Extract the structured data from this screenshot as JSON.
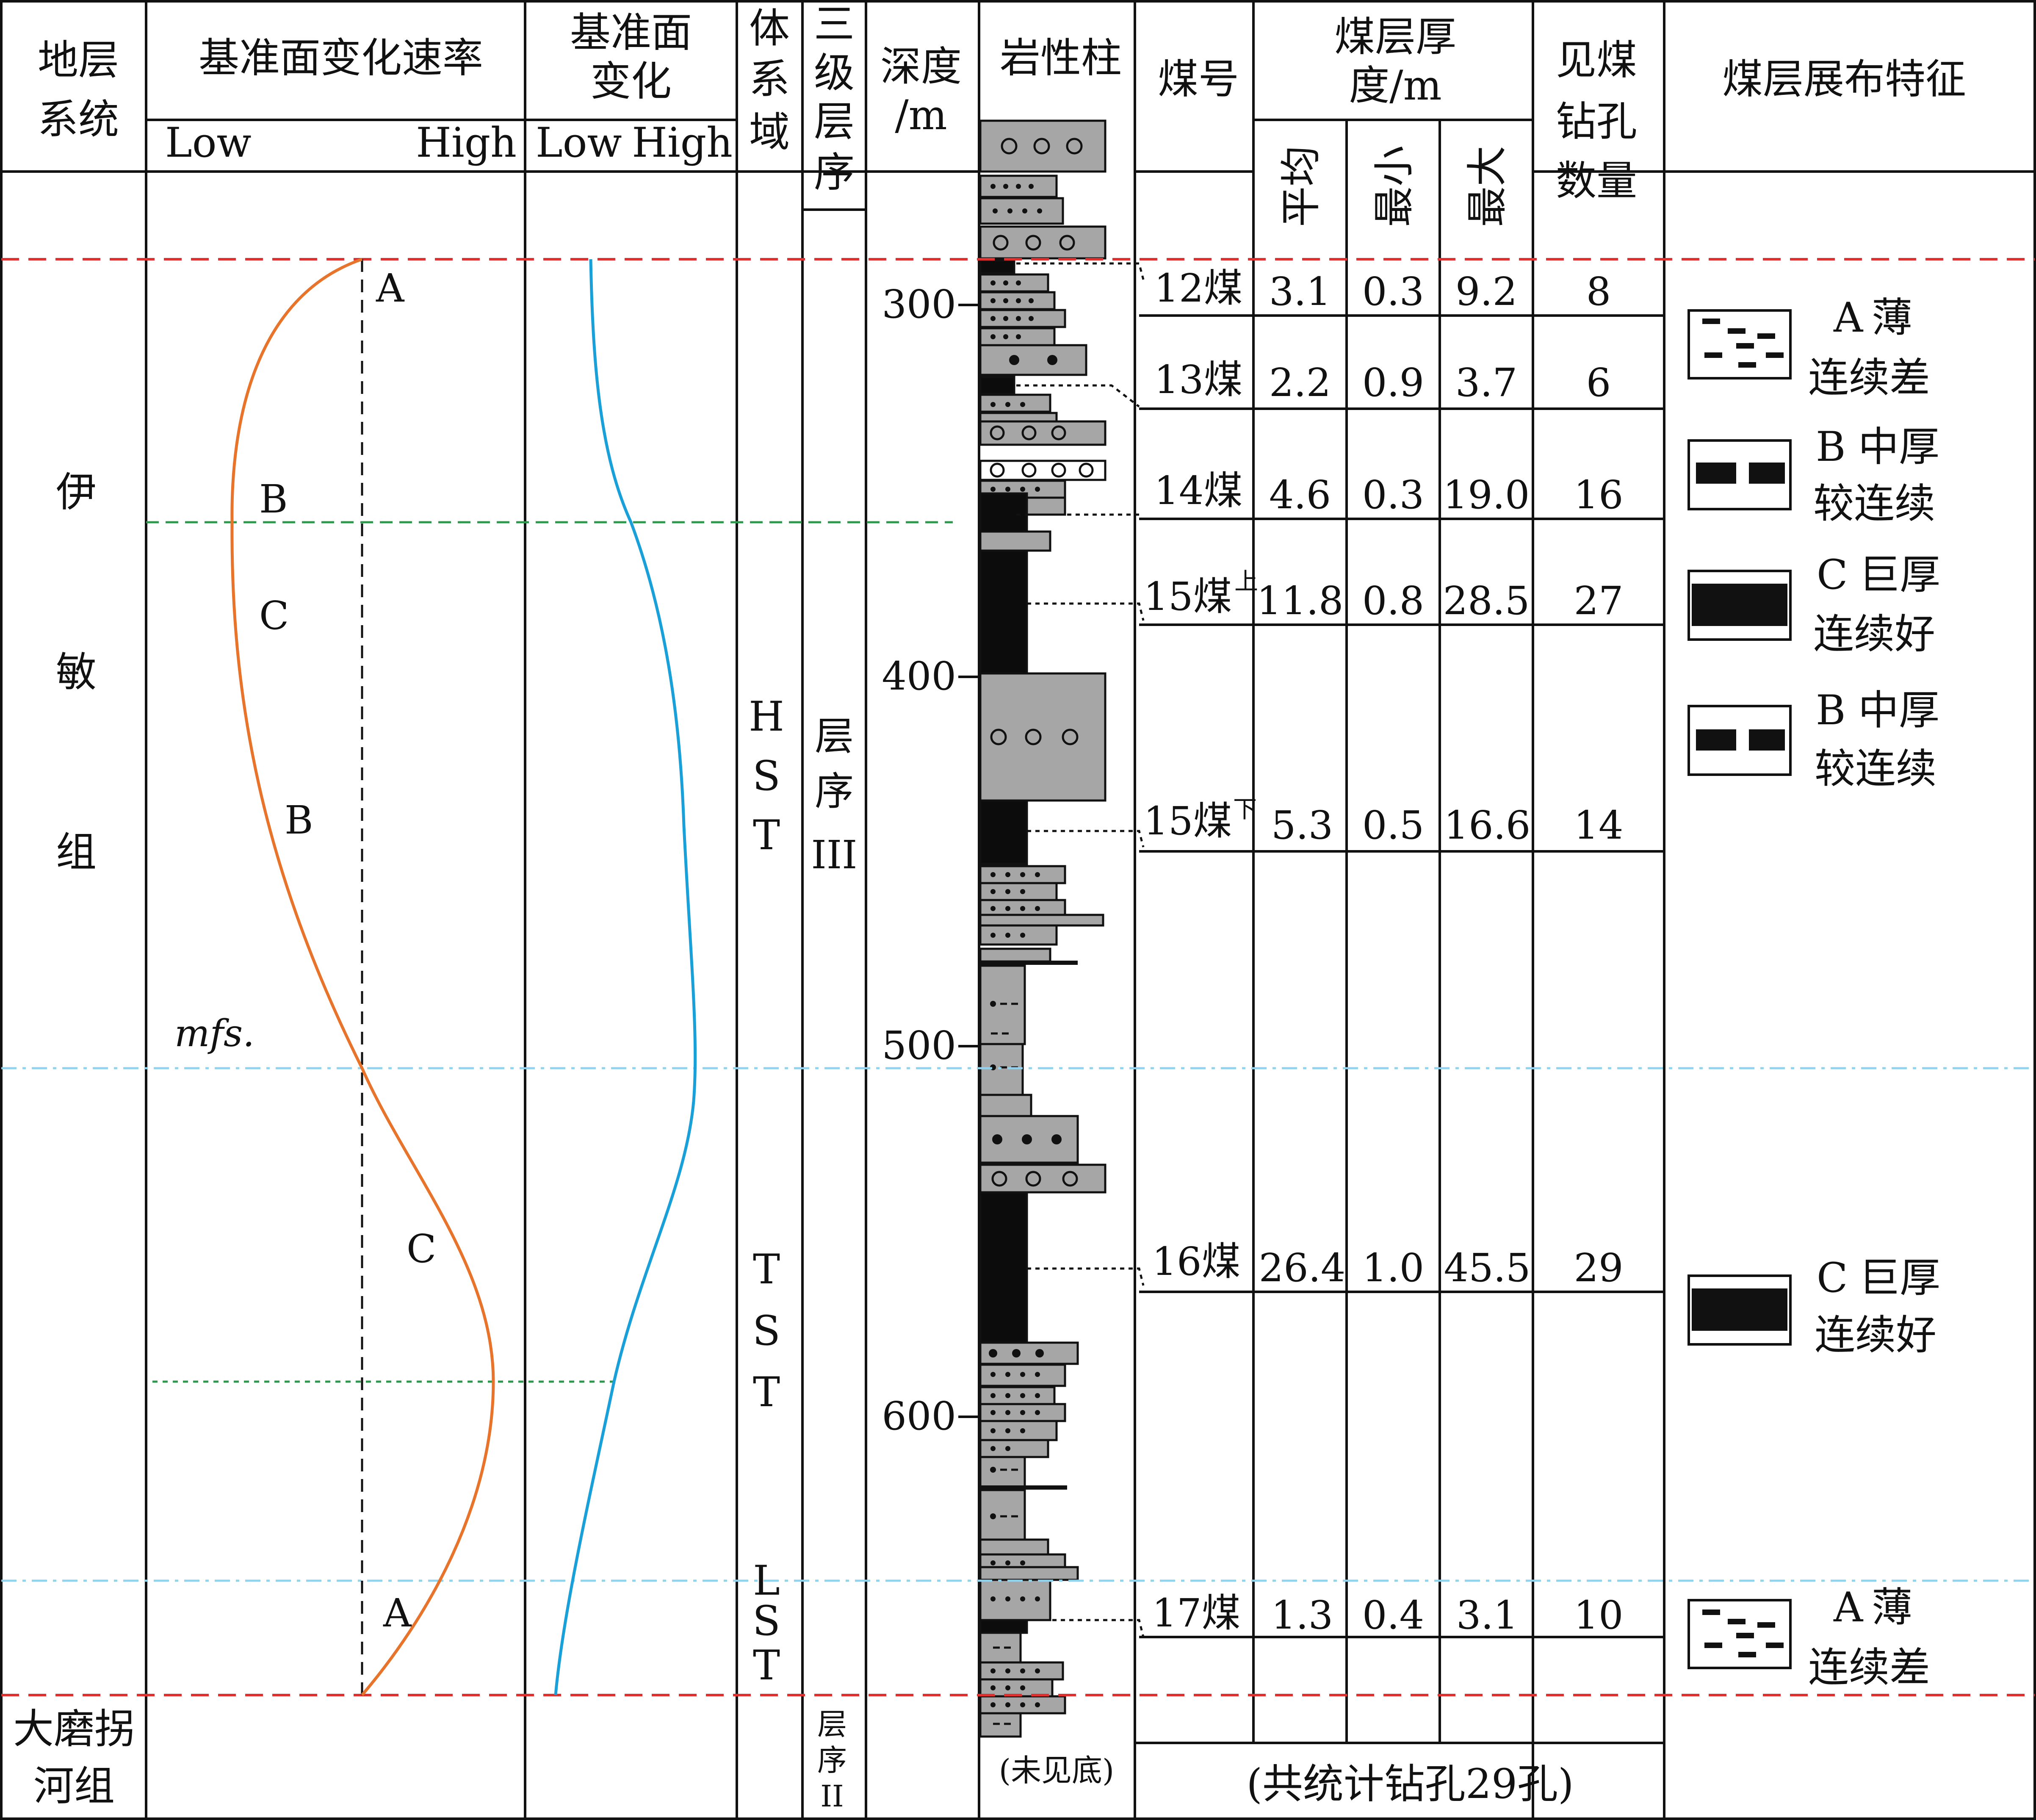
{
  "headers": {
    "strat_system": [
      "地层",
      "系统"
    ],
    "rate_title": "基准面变化速率",
    "rate_low": "Low",
    "rate_high": "High",
    "base_title": [
      "基准面",
      "变化"
    ],
    "base_low": "Low",
    "base_high": "High",
    "systems_tract": [
      "体",
      "系",
      "域"
    ],
    "third_order": [
      "三",
      "级",
      "层",
      "序"
    ],
    "depth": [
      "深度",
      "/m"
    ],
    "lithology": "岩性柱",
    "coal_no": "煤号",
    "thickness": [
      "煤层厚",
      "度/m"
    ],
    "avg": "平均",
    "min": "最小",
    "max": "最大",
    "boreholes": [
      "见煤",
      "钻孔",
      "数量"
    ],
    "distribution": "煤层展布特征"
  },
  "formations": {
    "yimin": [
      "伊",
      "敏",
      "组"
    ],
    "damoguai": [
      "大磨拐",
      "河组"
    ]
  },
  "tracts": {
    "hst": [
      "H",
      "S",
      "T"
    ],
    "tst": [
      "T",
      "S",
      "T"
    ],
    "lst": [
      "L",
      "S",
      "T"
    ]
  },
  "sequences": {
    "seq3": [
      "层",
      "序",
      "III"
    ],
    "seq2": [
      "层",
      "序",
      "II"
    ]
  },
  "depth_ticks": [
    "300",
    "400",
    "500",
    "600"
  ],
  "curve_labels": {
    "A1": "A",
    "B1": "B",
    "C1": "C",
    "B2": "B",
    "mfs": "mfs.",
    "C2": "C",
    "A2": "A"
  },
  "coal_rows": [
    {
      "name": "12煤",
      "avg": "3.1",
      "min": "0.3",
      "max": "9.2",
      "count": "8"
    },
    {
      "name": "13煤",
      "avg": "2.2",
      "min": "0.9",
      "max": "3.7",
      "count": "6"
    },
    {
      "name": "14煤",
      "avg": "4.6",
      "min": "0.3",
      "max": "19.0",
      "count": "16"
    },
    {
      "name": "15煤",
      "sup": "上",
      "avg": "11.8",
      "min": "0.8",
      "max": "28.5",
      "count": "27"
    },
    {
      "name": "15煤",
      "sup": "下",
      "avg": "5.3",
      "min": "0.5",
      "max": "16.6",
      "count": "14"
    },
    {
      "name": "16煤",
      "avg": "26.4",
      "min": "1.0",
      "max": "45.5",
      "count": "29"
    },
    {
      "name": "17煤",
      "avg": "1.3",
      "min": "0.4",
      "max": "3.1",
      "count": "10"
    }
  ],
  "legend": [
    {
      "letter": "A",
      "desc1": "薄",
      "desc2": "连续差"
    },
    {
      "letter": "B",
      "desc1": "中厚",
      "desc2": "较连续"
    },
    {
      "letter": "C",
      "desc1": "巨厚",
      "desc2": "连续好"
    },
    {
      "letter": "B",
      "desc1": "中厚",
      "desc2": "较连续"
    },
    {
      "letter": "C",
      "desc1": "巨厚",
      "desc2": "连续好"
    },
    {
      "letter": "A",
      "desc1": "薄",
      "desc2": "连续差"
    }
  ],
  "no_bottom": "(未见底)",
  "total_note": "(共统计钻孔29孔)",
  "colors": {
    "rate_curve": "#e8732a",
    "base_curve": "#1aa0d8",
    "sequence_boundary": "#e03030",
    "green_dash": "#2a9a4a",
    "cyan_dashdot": "#8fd3ef",
    "rock_fill": "#a6a6a6",
    "coal": "#0c0c0c"
  }
}
